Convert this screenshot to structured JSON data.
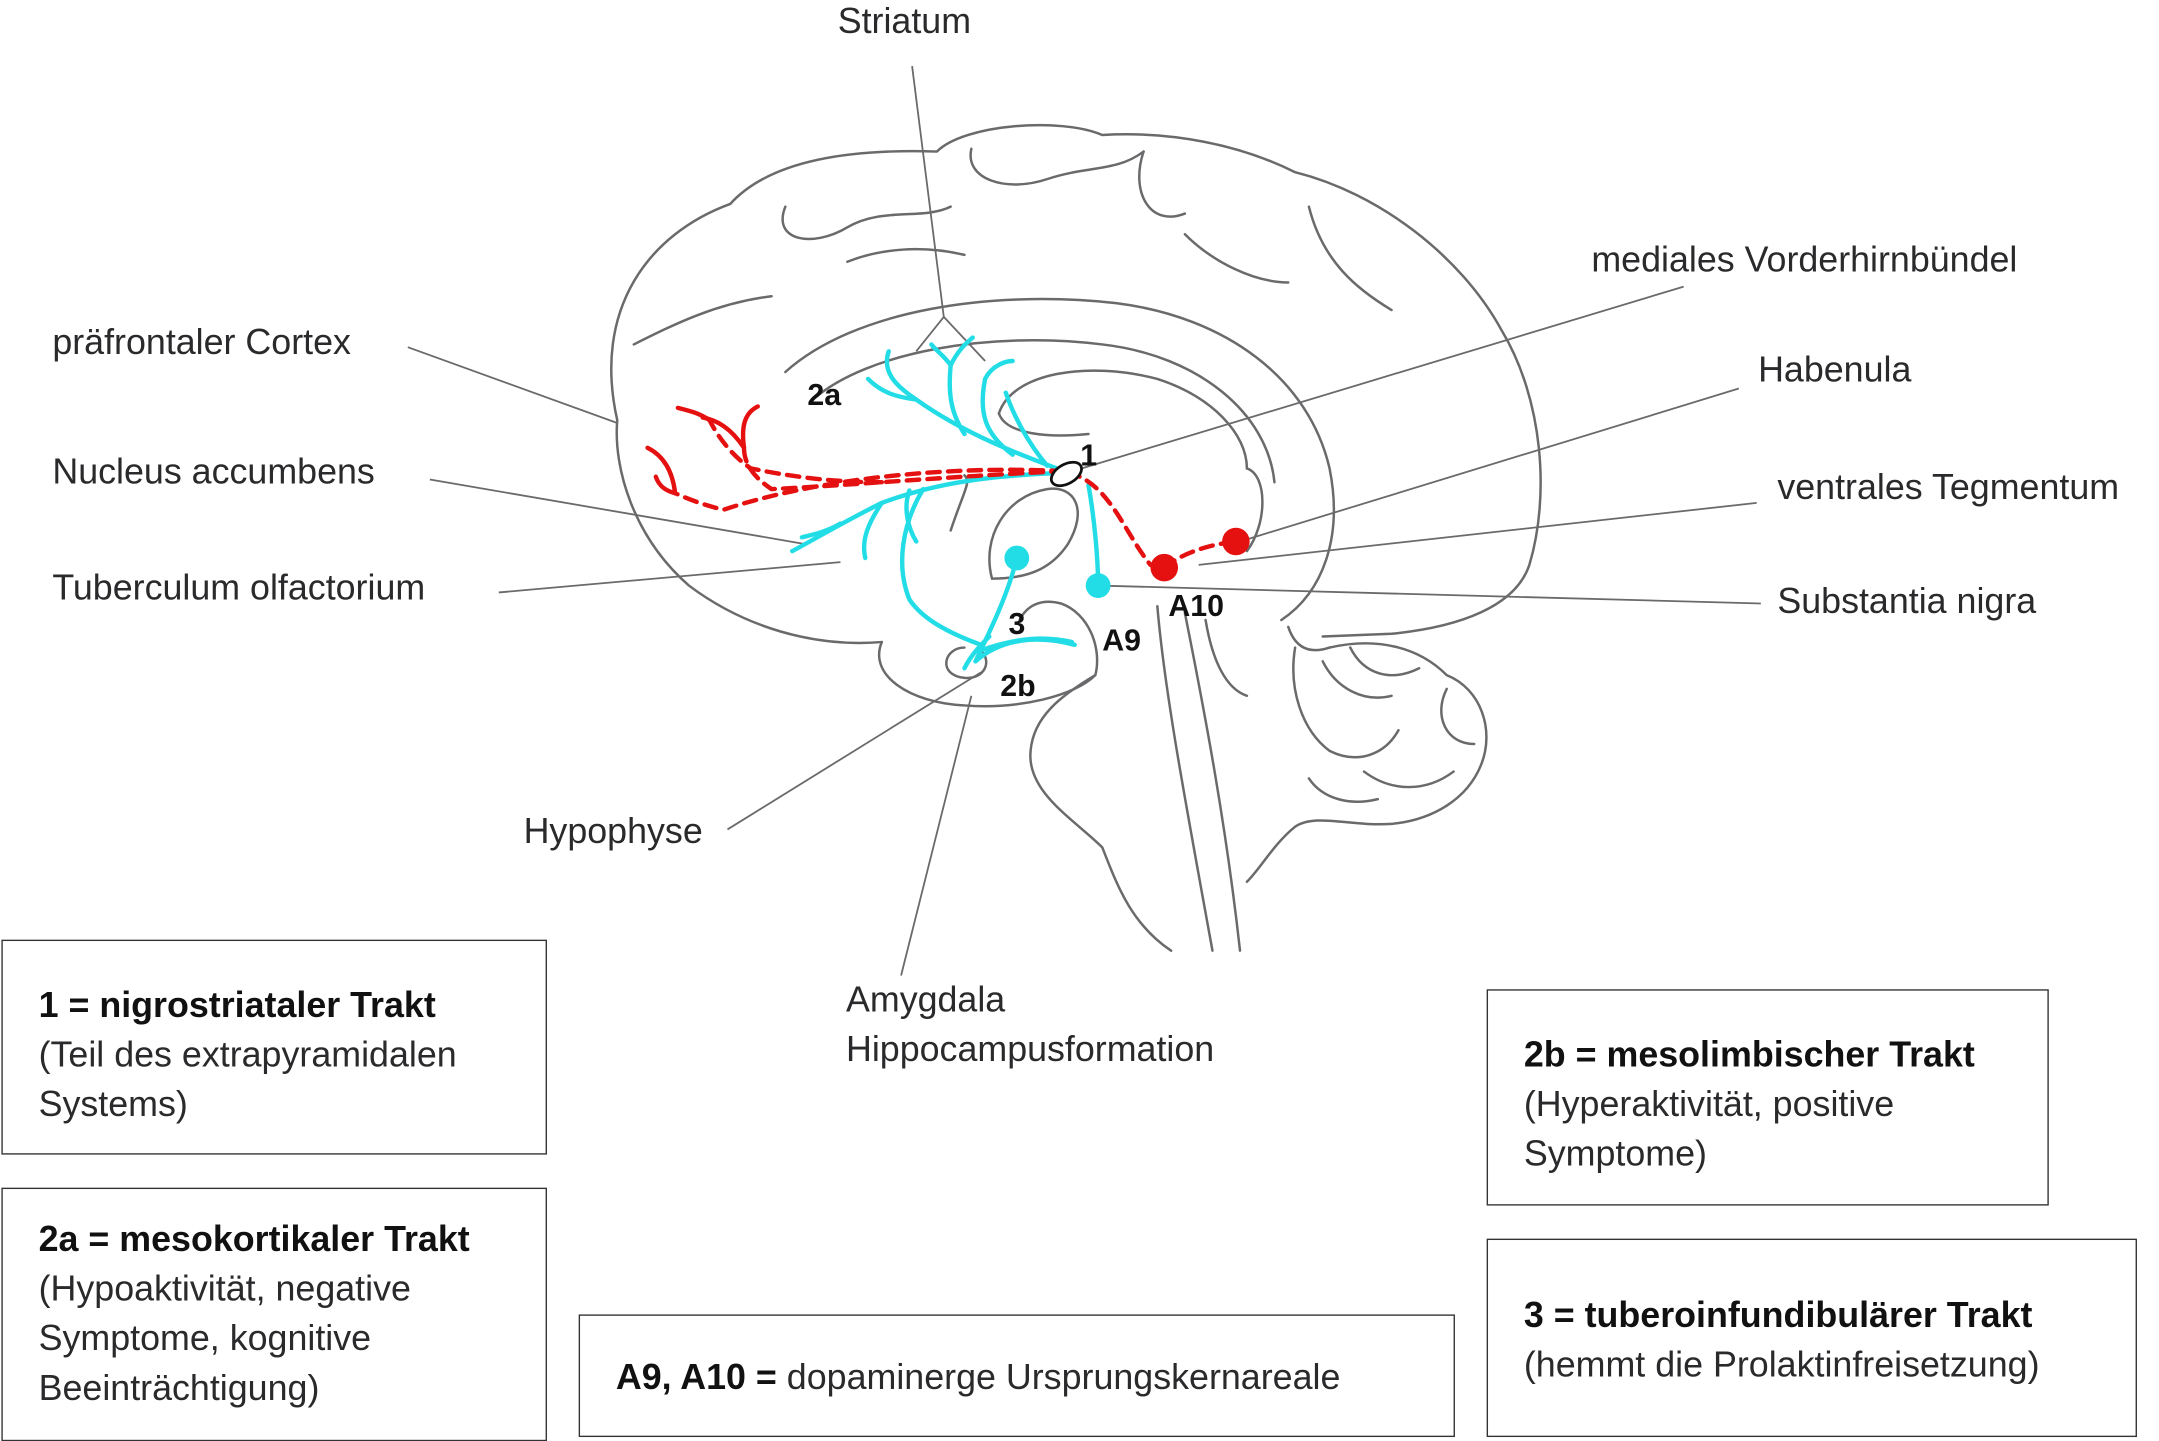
{
  "labels": {
    "striatum": "Striatum",
    "praefrontaler_cortex": "präfrontaler Cortex",
    "nucleus_accumbens": "Nucleus accumbens",
    "tuberculum_olfactorium": "Tuberculum olfactorium",
    "hypophyse": "Hypophyse",
    "amygdala_line1": "Amygdala",
    "amygdala_line2": "Hippocampusformation",
    "mediales_vorderhirnbuendel": "mediales Vorderhirnbündel",
    "habenula": "Habenula",
    "ventrales_tegmentum": "ventrales Tegmentum",
    "substantia_nigra": "Substantia nigra"
  },
  "markers": {
    "m1": "1",
    "m2a": "2a",
    "m2b": "2b",
    "m3": "3",
    "a9": "A9",
    "a10": "A10"
  },
  "legend": {
    "nigro": {
      "title": "1 = nigrostriataler Trakt",
      "line1": "(Teil des extrapyramidalen",
      "line2": "Systems)"
    },
    "meso": {
      "title": "2a = mesokortikaler Trakt",
      "line1": "(Hypoaktivität, negative",
      "line2": "Symptome, kognitive",
      "line3": "Beeinträchtigung)"
    },
    "limbic": {
      "title": "2b = mesolimbischer Trakt",
      "line1": "(Hyperaktivität, positive",
      "line2": "Symptome)"
    },
    "tubero": {
      "title": "3 = tuberoinfundibulärer Trakt",
      "line1": "(hemmt die Prolaktinfreisetzung)"
    },
    "areas": {
      "title": "A9, A10 =",
      "text": "dopaminerge Ursprungskernareale"
    }
  },
  "colors": {
    "cyan_pathway": "#22dde6",
    "red_pathway": "#e51010",
    "outline": "#6a6a6c"
  }
}
